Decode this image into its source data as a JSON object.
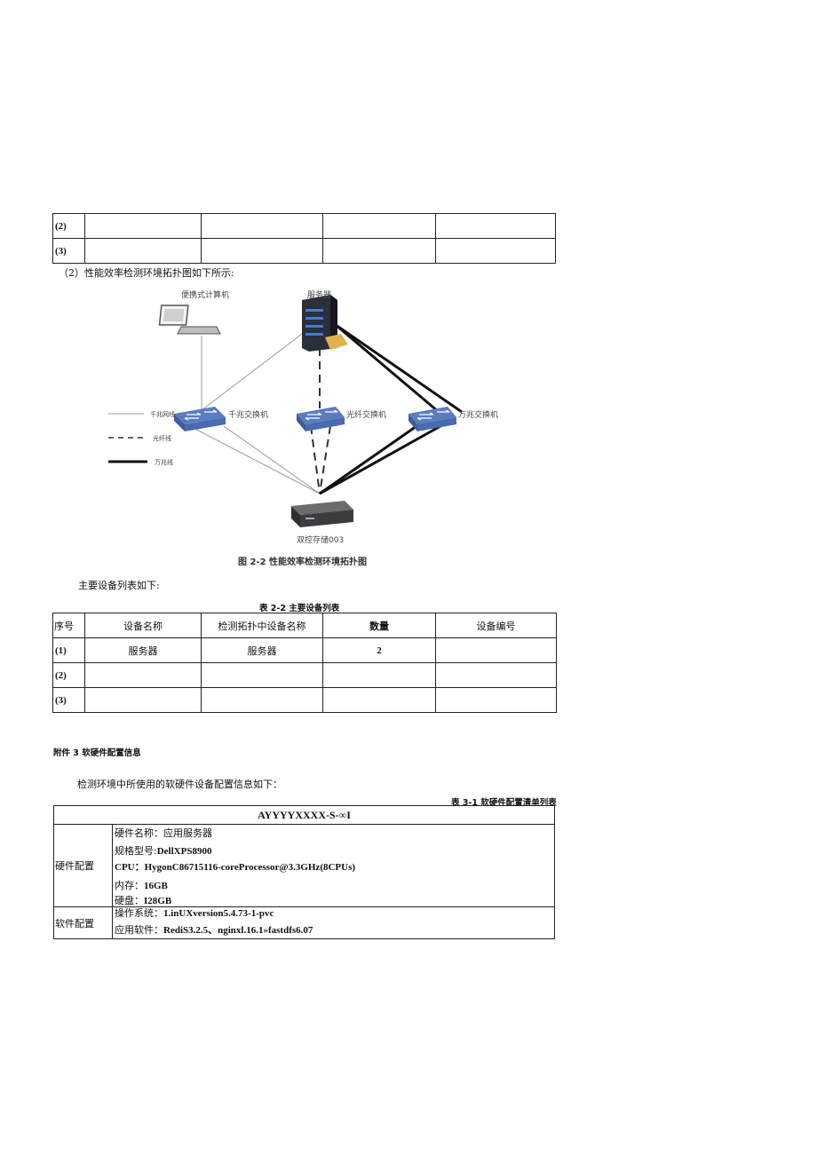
{
  "top_table": {
    "rows": [
      {
        "no": "(2)"
      },
      {
        "no": "(3)"
      }
    ]
  },
  "section2_heading": "（2）性能效率检测环境拓扑图如下所示:",
  "diagram": {
    "laptop_label": "便携式计算机",
    "server_label": "服务器",
    "gigabit_switch_label": "千兆交换机",
    "fiber_switch_label": "光纤交换机",
    "tenG_switch_label": "万兆交换机",
    "storage_label": "双控存储003",
    "legend": [
      "千兆网线",
      "光纤线",
      "万兆线"
    ],
    "caption": "图 2-2 性能效率检测环境拓扑图"
  },
  "device_intro": "主要设备列表如下:",
  "device_table": {
    "title": "表 2-2 主要设备列表",
    "headers": [
      "序号",
      "设备名称",
      "检测拓扑中设备名称",
      "数量",
      "设备编号"
    ],
    "rows": [
      [
        "(1)",
        "服务器",
        "服务器",
        "2",
        ""
      ],
      [
        "(2)",
        "",
        "",
        "",
        ""
      ],
      [
        "(3)",
        "",
        "",
        "",
        ""
      ]
    ]
  },
  "appendix_title": "附件 3 软硬件配置信息",
  "appendix_intro": "检测环境中所使用的软硬件设备配置信息如下：",
  "config_table": {
    "title": "表 3-1 软硬件配置清单列表",
    "header": "AYYYYXXXX-S-∞I",
    "hardware_label": "硬件配置",
    "hardware": [
      {
        "label": "硬件名称：",
        "value": "应用服务器"
      },
      {
        "label": "规格型号:",
        "value": "DellXPS8900"
      },
      {
        "label": "CPU：",
        "value": "HygonC86715116-coreProcessor@3.3GHz(8CPUs)"
      },
      {
        "label": "内存：",
        "value": "16GB"
      },
      {
        "label": "硬盘：",
        "value": "I28GB"
      }
    ],
    "software_label": "软件配置",
    "software": [
      {
        "label": "操作系统：",
        "value": "1.inUXversion5.4.73-1-pvc"
      },
      {
        "label": "应用软件：",
        "value": "RediS3.2.5、nginxl.16.1»fastdfs6.07"
      }
    ]
  }
}
